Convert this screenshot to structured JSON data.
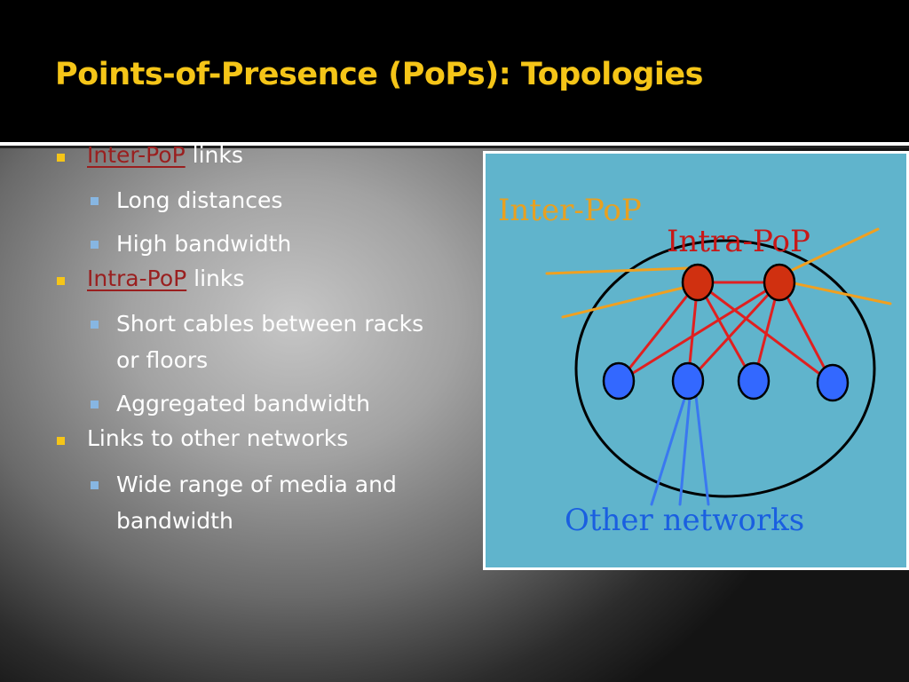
{
  "slide": {
    "title": "Points-of-Presence (PoPs): Topologies"
  },
  "bullets": {
    "inter_pop": {
      "link_text": "Inter-PoP",
      "suffix": " links",
      "subs": [
        "Long distances",
        "High bandwidth"
      ]
    },
    "intra_pop": {
      "link_text": "Intra-PoP",
      "suffix": " links",
      "subs_line1": "Short cables between racks",
      "subs_line2": "or floors",
      "sub2": "Aggregated bandwidth"
    },
    "other": {
      "text": "Links to other networks",
      "sub_line1": "Wide range of media and",
      "sub_line2": "bandwidth"
    }
  },
  "diagram": {
    "labels": {
      "inter_pop": "Inter-PoP",
      "intra_pop": "Intra-PoP",
      "other_networks": "Other networks"
    },
    "colors": {
      "panel": "#60b4cc",
      "inter_link": "#f0a020",
      "intra_link": "#e02020",
      "router": "#d03010",
      "host": "#3368ff",
      "other_link": "#3a78f0",
      "inter_label": "#e8a020",
      "intra_label": "#c81818",
      "other_label": "#1a5fe0"
    }
  }
}
